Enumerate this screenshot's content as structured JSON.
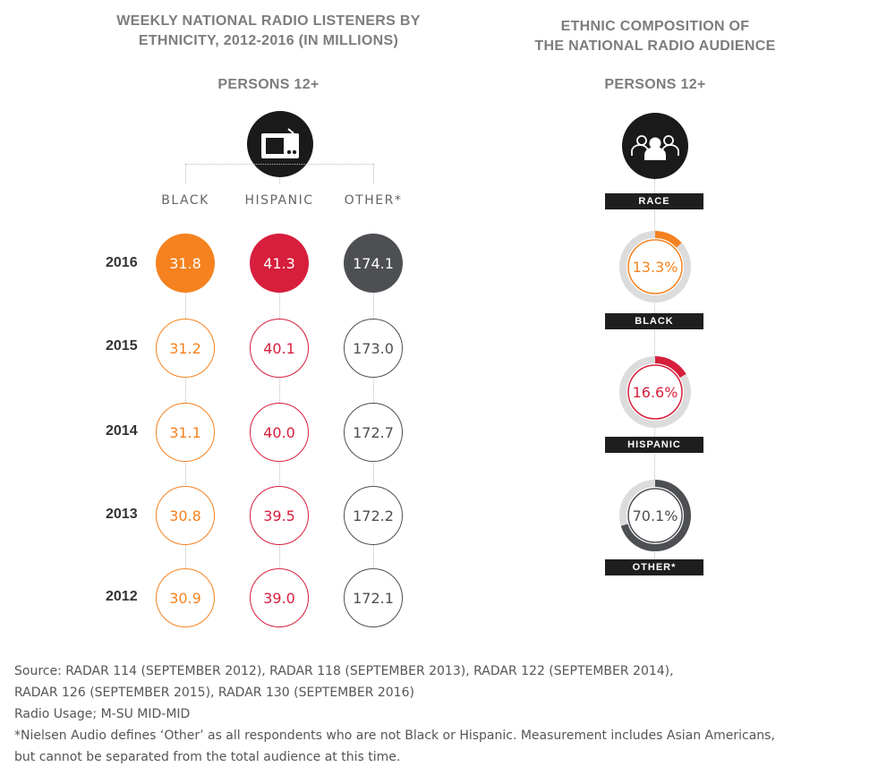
{
  "left": {
    "title_line1": "WEEKLY NATIONAL RADIO LISTENERS BY",
    "title_line2": "ETHNICITY, 2012-2016 (IN MILLIONS)",
    "subtitle": "PERSONS 12+",
    "icon": "radio-icon"
  },
  "right": {
    "title_line1": "ETHNIC COMPOSITION OF",
    "title_line2": "THE NATIONAL RADIO AUDIENCE",
    "subtitle": "PERSONS 12+",
    "icon": "people-icon",
    "race_label": "RACE"
  },
  "colors": {
    "black": "#f5821f",
    "hispanic": "#d71e3c",
    "other": "#4d4f53",
    "ring_bg": "#dcdcdc"
  },
  "chart_data": [
    {
      "type": "table",
      "title": "WEEKLY NATIONAL RADIO LISTENERS BY ETHNICITY, 2012-2016 (IN MILLIONS)",
      "columns": [
        "BLACK",
        "HISPANIC",
        "OTHER*"
      ],
      "rows": [
        {
          "year": "2016",
          "values": [
            "31.8",
            "41.3",
            "174.1"
          ]
        },
        {
          "year": "2015",
          "values": [
            "31.2",
            "40.1",
            "173.0"
          ]
        },
        {
          "year": "2014",
          "values": [
            "31.1",
            "40.0",
            "172.7"
          ]
        },
        {
          "year": "2013",
          "values": [
            "30.8",
            "39.5",
            "172.2"
          ]
        },
        {
          "year": "2012",
          "values": [
            "30.9",
            "39.0",
            "172.1"
          ]
        }
      ]
    },
    {
      "type": "pie",
      "title": "ETHNIC COMPOSITION OF THE NATIONAL RADIO AUDIENCE",
      "slices": [
        {
          "name": "BLACK",
          "value": 13.3,
          "label": "13.3%"
        },
        {
          "name": "HISPANIC",
          "value": 16.6,
          "label": "16.6%"
        },
        {
          "name": "OTHER*",
          "value": 70.1,
          "label": "70.1%"
        }
      ]
    }
  ],
  "source": {
    "line1": "Source: RADAR 114 (SEPTEMBER 2012), RADAR 118 (SEPTEMBER 2013), RADAR 122 (SEPTEMBER 2014),",
    "line2": "RADAR 126 (SEPTEMBER 2015), RADAR 130 (SEPTEMBER 2016)",
    "line3": "Radio Usage; M-SU MID-MID",
    "line4": "*Nielsen Audio defines ‘Other’ as all respondents who are not Black or Hispanic. Measurement includes Asian Americans,",
    "line5": "but cannot be separated from the total audience at this time."
  }
}
